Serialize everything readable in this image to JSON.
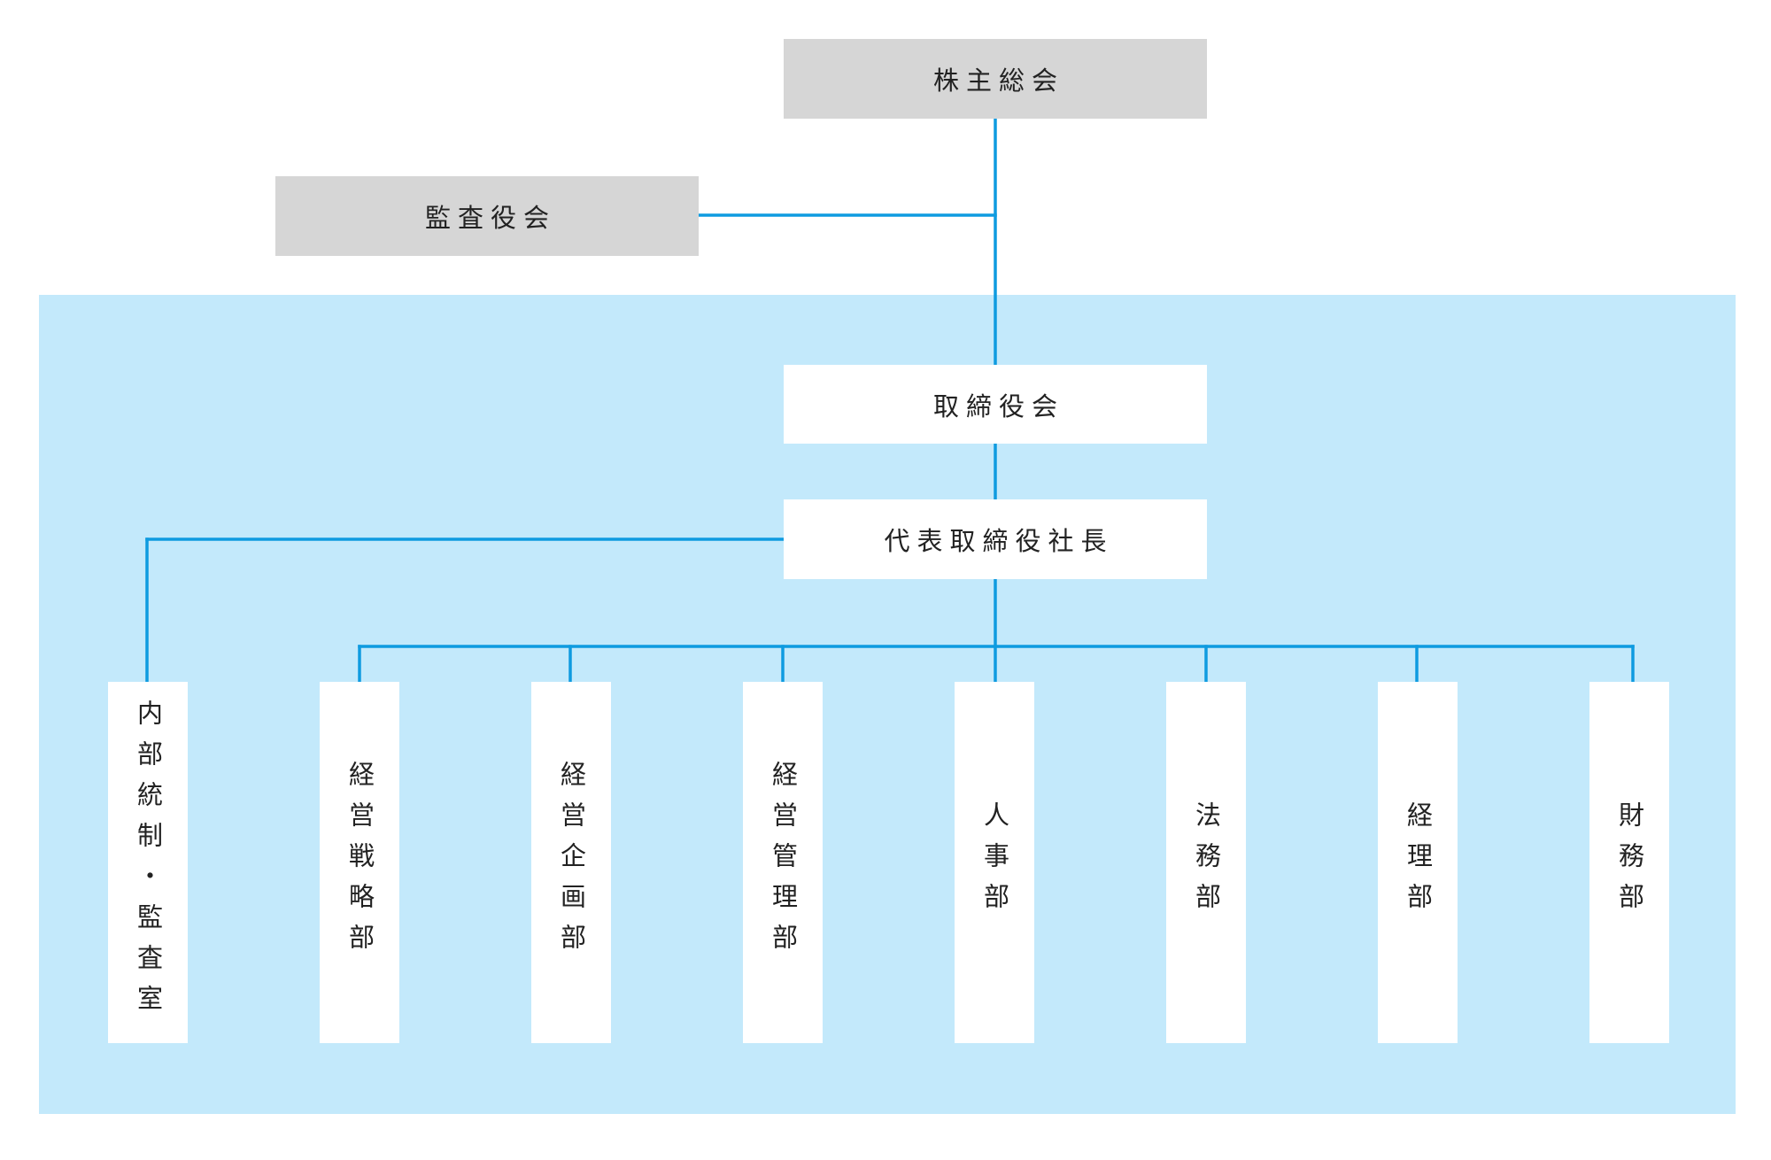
{
  "org_chart": {
    "shareholders_meeting": "株主総会",
    "audit_board": "監査役会",
    "board_of_directors": "取締役会",
    "president": "代表取締役社長",
    "departments": [
      "内部統制・監査室",
      "経営戦略部",
      "経営企画部",
      "経営管理部",
      "人事部",
      "法務部",
      "経理部",
      "財務部"
    ]
  },
  "colors": {
    "connector": "#0e9be0",
    "panel_background": "#c3e9fb",
    "external_box": "#d6d6d6",
    "internal_box": "#ffffff",
    "text": "#222222"
  }
}
